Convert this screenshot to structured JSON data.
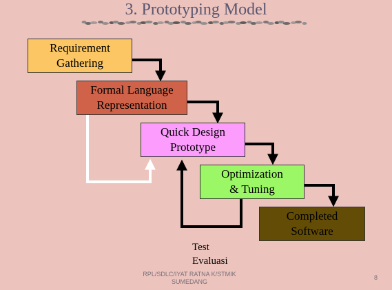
{
  "slide": {
    "title": "3. Prototyping  Model",
    "footer_line1": "RPL/SDLC/IYAT RATNA K/STMIK",
    "footer_line2": "SUMEDANG",
    "page_number": "8"
  },
  "stages": {
    "requirement": "Requirement\nGathering",
    "formal_language": "Formal Language\nRepresentation",
    "quick_design": "Quick Design\nPrototype",
    "optimization": "Optimization\n& Tuning",
    "completed": "Completed\nSoftware"
  },
  "feedback": {
    "line1": "Test",
    "line2": "Evaluasi"
  },
  "colors": {
    "background": "#ecc4bd",
    "requirement": "#fbc663",
    "formal_language": "#cf6249",
    "quick_design": "#fc9cfc",
    "optimization": "#9cf766",
    "completed": "#634d06",
    "arrow": "#000000",
    "white_arrow": "#ffffff"
  }
}
